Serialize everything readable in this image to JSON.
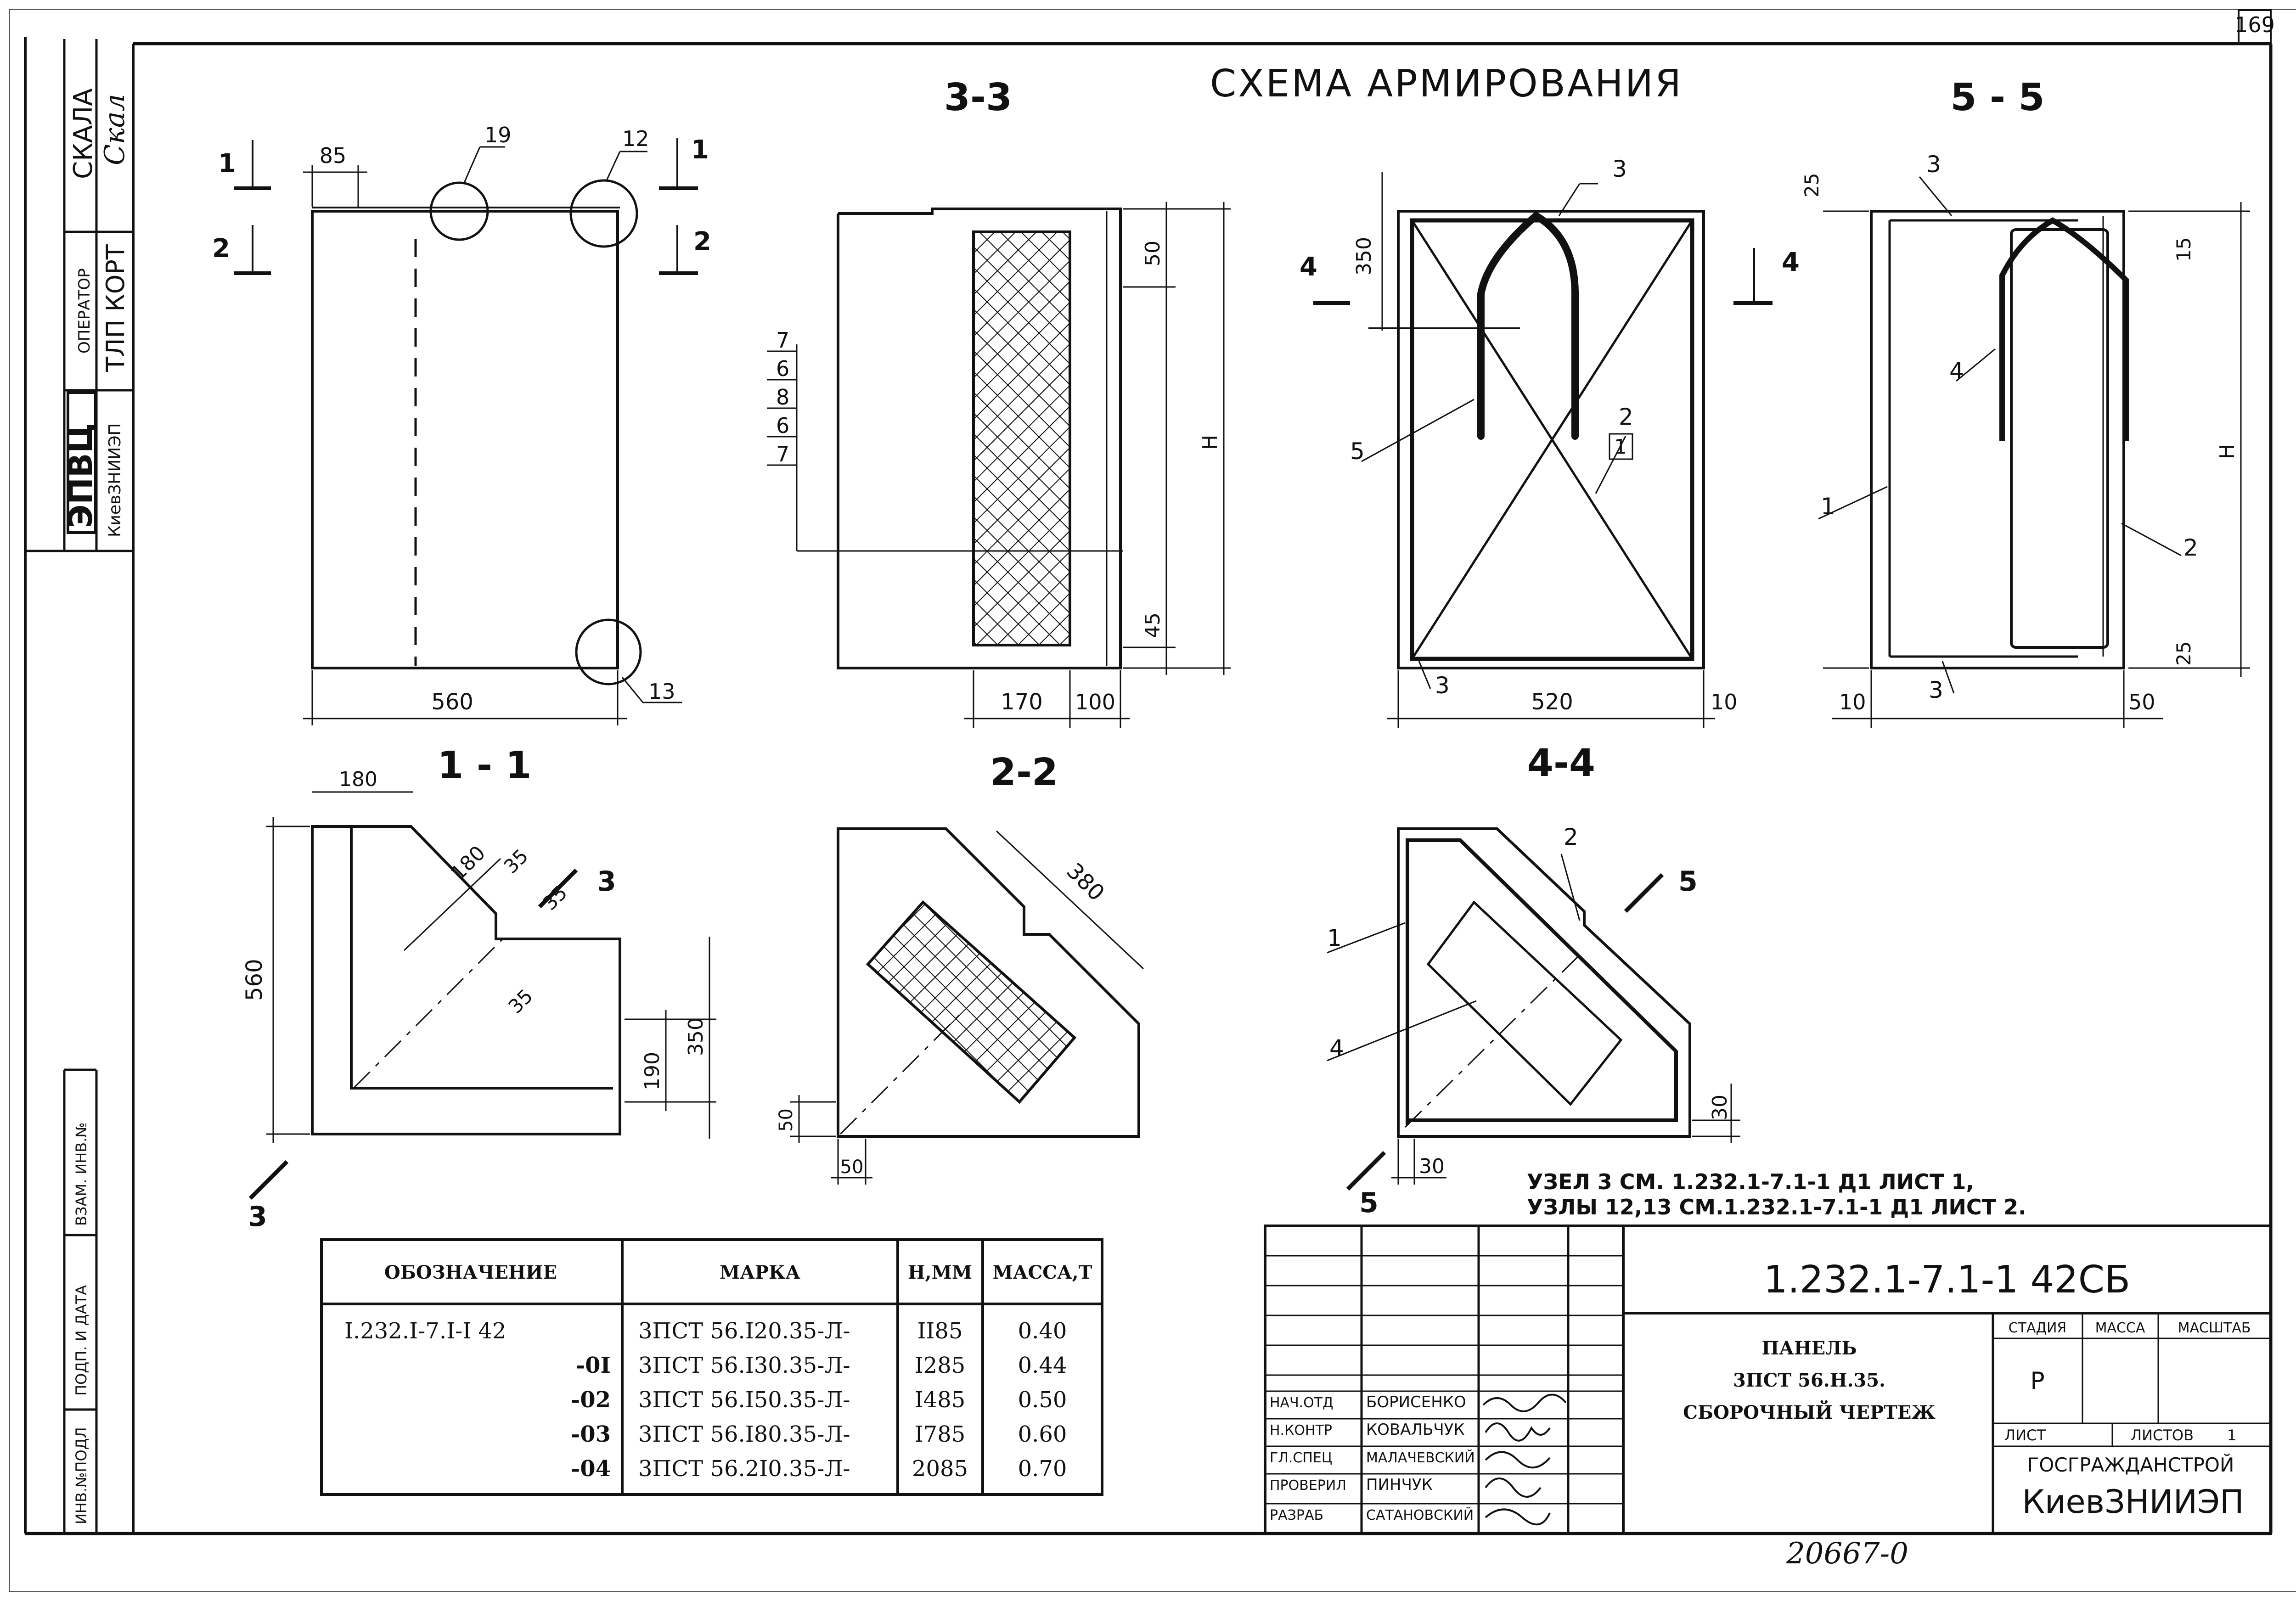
{
  "sheet_number": "169",
  "main_title": "СХЕМА АРМИРОВАНИЯ",
  "stamp_left": {
    "scale_label": "СКАЛА",
    "scale_value": "Скал",
    "operator_label": "ОПЕРАТОР",
    "operator_value": "ТЛП КОРТ",
    "org_name": "ЭПВЦ",
    "org_sub": "КиевЗНИИЭП",
    "inv_label": "ИНВ.№ПОДЛ",
    "sign_date_label": "ПОДП. И ДАТА",
    "swap_label": "ВЗАМ. ИНВ.№"
  },
  "views": {
    "front": {
      "dim_85": "85",
      "dim_560": "560",
      "c1": "1",
      "c2": "2",
      "node_19": "19",
      "node_12": "12",
      "node_13": "13"
    },
    "s33": {
      "title": "3-3",
      "dim_50": "50",
      "dim_H": "Н",
      "dim_45": "45",
      "dim_170": "170",
      "dim_100": "100",
      "stack": [
        "7",
        "6",
        "8",
        "6",
        "7"
      ]
    },
    "s44": {
      "c4": "4",
      "dim_350": "350",
      "l3": "3",
      "l5": "5",
      "l2": "2",
      "l1": "1",
      "dim_520": "520",
      "dim_10": "10"
    },
    "s55": {
      "title": "5 - 5",
      "dim_25": "25",
      "dim_15": "15",
      "dim_H": "Н",
      "l3": "3",
      "l4": "4",
      "l1": "1",
      "l2": "2",
      "dim_10": "10",
      "dim_50": "50"
    },
    "s11": {
      "title": "1 - 1",
      "dim_180top": "180",
      "dim_180": "180",
      "dim_35a": "35",
      "dim_35b": "35",
      "dim_35c": "35",
      "dim_560": "560",
      "dim_350": "350",
      "dim_190": "190",
      "c3": "3"
    },
    "s22": {
      "title": "2-2",
      "dim_380": "380",
      "dim_50v": "50",
      "dim_50h": "50"
    },
    "s44b": {
      "title": "4-4",
      "l2": "2",
      "l1": "1",
      "l4": "4",
      "c5": "5",
      "dim_30v": "30",
      "dim_30h": "30"
    }
  },
  "note_line1": "УЗЕЛ  3  СМ.  1.232.1-7.1-1  Д1  ЛИСТ 1,",
  "note_line2": "УЗЛЫ 12,13  СМ.1.232.1-7.1-1  Д1  ЛИСТ 2.",
  "table": {
    "headers": [
      "ОБОЗНАЧЕНИЕ",
      "МАРКА",
      "Н,ММ",
      "МАССА,Т"
    ],
    "rows": [
      [
        "I.232.I-7.I-I 42",
        "3ПСТ 56.I20.35-Л-",
        "II85",
        "0.40"
      ],
      [
        "-0I",
        "3ПСТ 56.I30.35-Л-",
        "I285",
        "0.44"
      ],
      [
        "-02",
        "3ПСТ 56.I50.35-Л-",
        "I485",
        "0.50"
      ],
      [
        "-03",
        "3ПСТ 56.I80.35-Л-",
        "I785",
        "0.60"
      ],
      [
        "-04",
        "3ПСТ 56.2I0.35-Л-",
        "2085",
        "0.70"
      ]
    ]
  },
  "title_block": {
    "doc_code": "1.232.1-7.1-1  42СБ",
    "name_line1": "ПАНЕЛЬ",
    "name_line2": "3ПСТ 56.Н.35.",
    "name_line3": "СБОРОЧНЫЙ ЧЕРТЕЖ",
    "stage_label": "СТАДИЯ",
    "mass_label": "МАССА",
    "scale_label": "МАСШТАБ",
    "stage_value": "Р",
    "sheet_label": "ЛИСТ",
    "sheets_label": "ЛИСТОВ",
    "sheets_value": "1",
    "org1": "ГОСГРАЖДАНСТРОЙ",
    "org2": "КиевЗНИИЭП",
    "roles": [
      {
        "role": "НАЧ.ОТД",
        "name": "БОРИСЕНКО"
      },
      {
        "role": "Н.КОНТР",
        "name": "КОВАЛЬЧУК"
      },
      {
        "role": "ГЛ.СПЕЦ",
        "name": "МАЛАЧЕВСКИЙ"
      },
      {
        "role": "ПРОВЕРИЛ",
        "name": "ПИНЧУК"
      },
      {
        "role": "РАЗРАБ",
        "name": "САТАНОВСКИЙ"
      }
    ]
  },
  "bottom_number": "20667-0"
}
